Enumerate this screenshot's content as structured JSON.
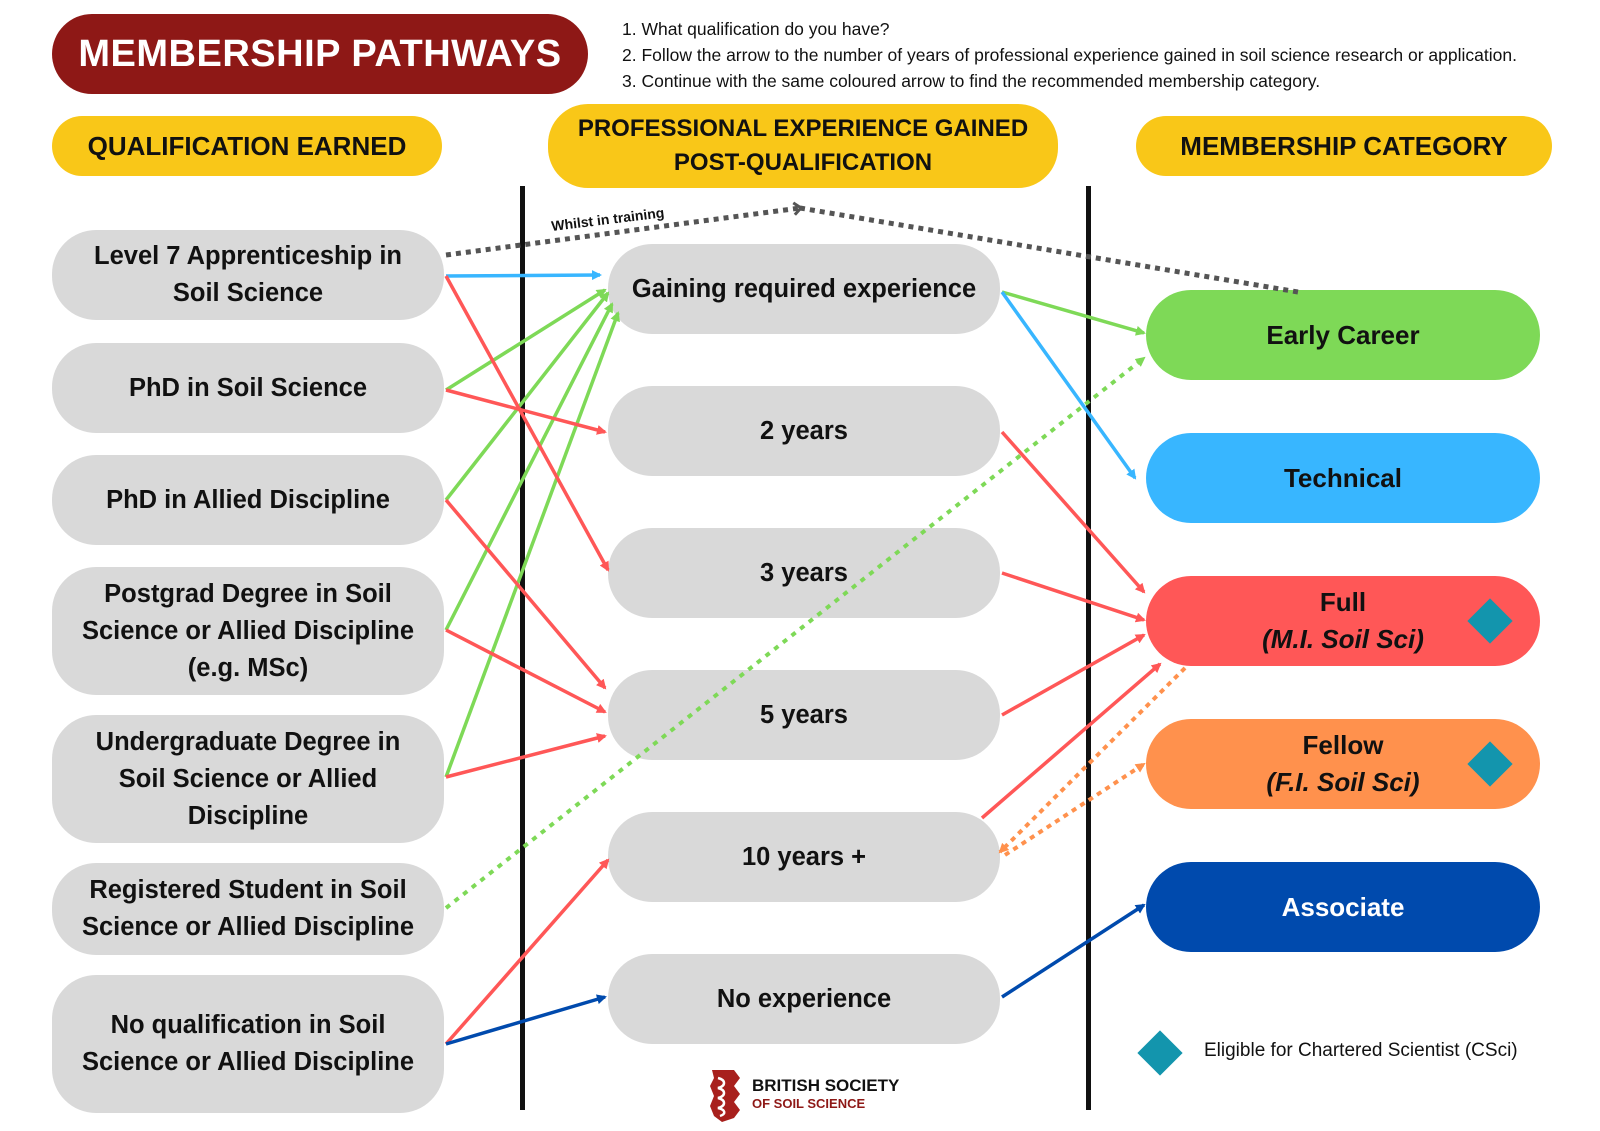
{
  "title": "MEMBERSHIP PATHWAYS",
  "instructions": [
    "1. What qualification do you have?",
    "2. Follow the arrow to the number of years of professional experience gained in soil science research or application.",
    "3. Continue with the same coloured arrow to find the recommended membership category."
  ],
  "headers": {
    "qualification": "QUALIFICATION EARNED",
    "experience_line1": "PROFESSIONAL EXPERIENCE GAINED",
    "experience_line2": "POST-QUALIFICATION",
    "membership": "MEMBERSHIP CATEGORY"
  },
  "qualifications": [
    {
      "line1": "Level 7 Apprenticeship in",
      "line2": "Soil Science"
    },
    {
      "line1": "PhD in Soil Science"
    },
    {
      "line1": "PhD in Allied Discipline"
    },
    {
      "line1": "Postgrad Degree in Soil",
      "line2": "Science or Allied Discipline",
      "line3": "(e.g. MSc)"
    },
    {
      "line1": "Undergraduate Degree in",
      "line2": "Soil Science or Allied",
      "line3": "Discipline"
    },
    {
      "line1": "Registered Student in Soil",
      "line2": "Science or Allied Discipline"
    },
    {
      "line1": "No qualification in Soil",
      "line2": "Science or Allied Discipline"
    }
  ],
  "experience": [
    "Gaining required experience",
    "2 years",
    "3 years",
    "5 years",
    "10 years +",
    "No experience"
  ],
  "training_label": "Whilst in training",
  "categories": [
    {
      "name": "Early Career",
      "color": "#7ed957"
    },
    {
      "name": "Technical",
      "color": "#38b6ff"
    },
    {
      "name": "Full",
      "sub": "(M.I. Soil Sci)",
      "color": "#ff5757",
      "csci": true
    },
    {
      "name": "Fellow",
      "sub": "(F.I. Soil Sci)",
      "color": "#ff914d",
      "csci": true
    },
    {
      "name": "Associate",
      "color": "#004aad"
    }
  ],
  "legend": {
    "text": "Eligible for Chartered Scientist (CSci)",
    "color": "#1395ad"
  },
  "logo": {
    "line1": "BRITISH SOCIETY",
    "line2": "OF SOIL SCIENCE"
  },
  "colors": {
    "title_bg": "#8e1816",
    "header_bg": "#f9c718",
    "box_bg": "#d9d9d9",
    "green": "#7ed957",
    "blue": "#38b6ff",
    "red": "#ff5757",
    "orange": "#ff914d",
    "navy": "#004aad",
    "dotted_grey": "#555555"
  }
}
